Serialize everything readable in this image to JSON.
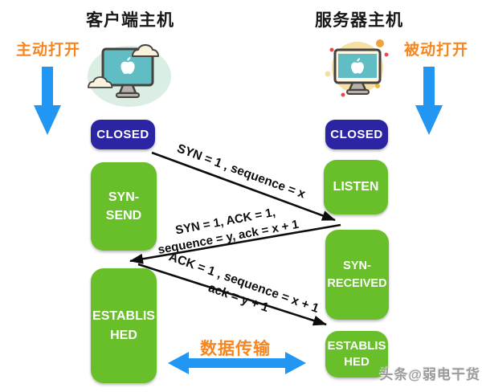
{
  "diagram": {
    "client_title": "客户端主机",
    "server_title": "服务器主机",
    "active_open": "主动打开",
    "passive_open": "被动打开",
    "states": {
      "client_closed": "CLOSED",
      "server_closed": "CLOSED",
      "syn_send": {
        "line1": "SYN-",
        "line2": "SEND"
      },
      "listen": "LISTEN",
      "syn_received": {
        "line1": "SYN-",
        "line2": "RECEIVED"
      },
      "client_established": {
        "line1": "ESTABLIS",
        "line2": "HED"
      },
      "server_established": {
        "line1": "ESTABLIS",
        "line2": "HED"
      }
    },
    "messages": {
      "syn": "SYN = 1 , sequence = x",
      "syn_ack_line1": "SYN = 1, ACK = 1,",
      "syn_ack_line2": "sequence = y, ack = x + 1",
      "ack_line1": "ACK = 1 , sequence = x + 1",
      "ack_line2": "ack = y + 1"
    },
    "data_transfer": "数据传输",
    "watermark": "头条@弱电干货",
    "icons": {
      "client": "mac-desktop-with-clouds-icon",
      "server": "mac-desktop-in-yellow-circle-icon",
      "left_down_arrow": "blue-down-arrow-icon",
      "right_down_arrow": "blue-down-arrow-icon",
      "data_transfer_arrow": "blue-double-headed-arrow-icon"
    },
    "colors": {
      "closed_bg": "#2b24a3",
      "active_state_bg": "#68bf29",
      "accent_orange": "#f6861f",
      "arrow_blue": "#2196f3",
      "handshake_line": "#0d0d0d",
      "screen_teal": "#5fbdc3",
      "server_circle": "#f6dfa2"
    }
  }
}
